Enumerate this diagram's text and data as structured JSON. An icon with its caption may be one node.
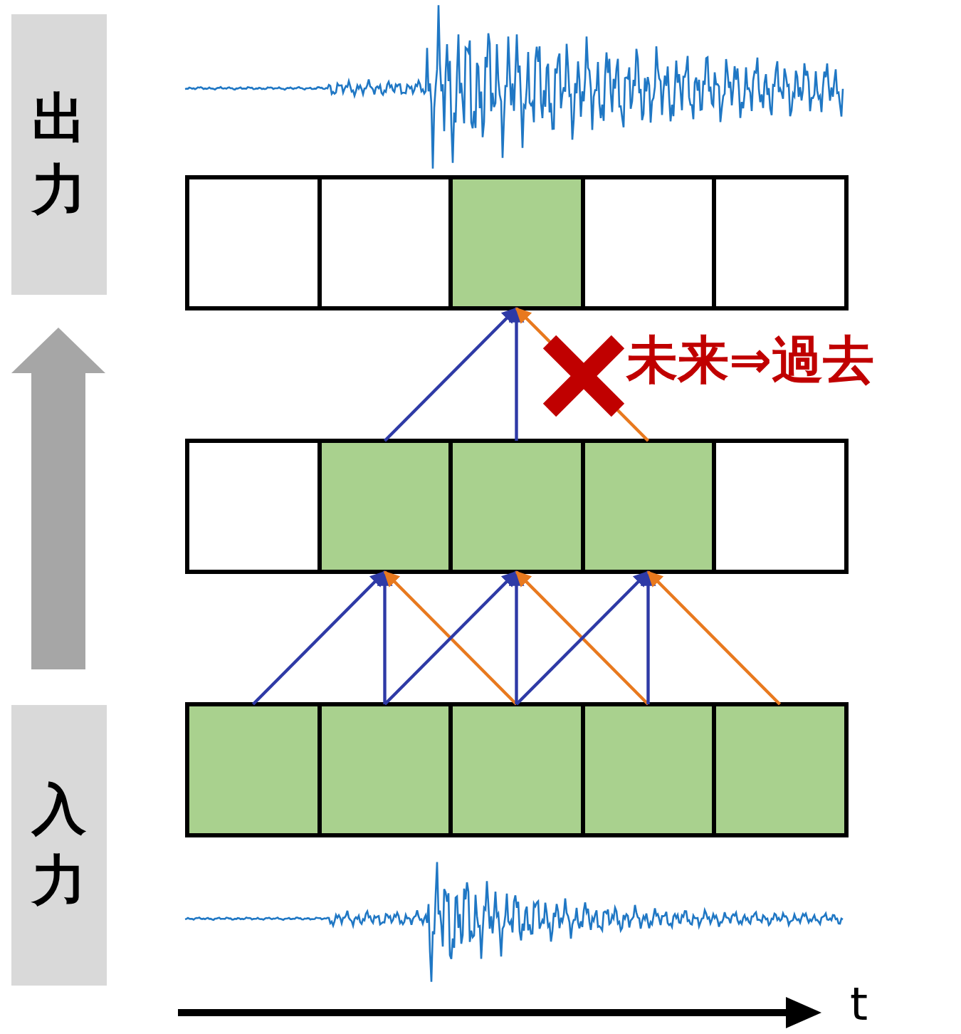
{
  "diagram": {
    "nodes": [
      {
        "text": [
          "出力"
        ]
      },
      {
        "text": [],
        "shape": "box"
      },
      {
        "text": [],
        "shape": "box"
      },
      {
        "text": [],
        "shape": "box"
      },
      {
        "text": [],
        "shape": "box"
      },
      {
        "text": [],
        "shape": "box"
      },
      {
        "text": [],
        "shape": "box"
      },
      {
        "text": [],
        "shape": "box"
      },
      {
        "text": [],
        "shape": "box"
      },
      {
        "text": [],
        "shape": "box"
      },
      {
        "text": [],
        "shape": "box"
      },
      {
        "text": [],
        "shape": "box"
      },
      {
        "text": [],
        "shape": "box"
      },
      {
        "text": [],
        "shape": "box"
      },
      {
        "text": [],
        "shape": "box"
      },
      {
        "text": [],
        "shape": "box"
      },
      {
        "text": [
          "入力"
        ]
      }
    ],
    "edges": [
      {
        "from": 7,
        "to": 3,
        "arrow": "to"
      },
      {
        "from": 8,
        "to": 3,
        "arrow": "to"
      },
      {
        "from": 9,
        "to": 3,
        "arrow": "to",
        "color": "#e8791e"
      },
      {
        "from": 11,
        "to": 7,
        "arrow": "to"
      },
      {
        "from": 12,
        "to": 7,
        "arrow": "to"
      },
      {
        "from": 13,
        "to": 7,
        "arrow": "to",
        "color": "#e8791e"
      },
      {
        "from": 12,
        "to": 8,
        "arrow": "to"
      },
      {
        "from": 13,
        "to": 8,
        "arrow": "to"
      },
      {
        "from": 14,
        "to": 8,
        "arrow": "to",
        "color": "#e8791e"
      },
      {
        "from": 13,
        "to": 9,
        "arrow": "to"
      },
      {
        "from": 14,
        "to": 9,
        "arrow": "to"
      },
      {
        "from": 15,
        "to": 9,
        "arrow": "to",
        "color": "#e8791e"
      }
    ],
    "labels": [
      "未来⇒過去",
      "t"
    ]
  }
}
